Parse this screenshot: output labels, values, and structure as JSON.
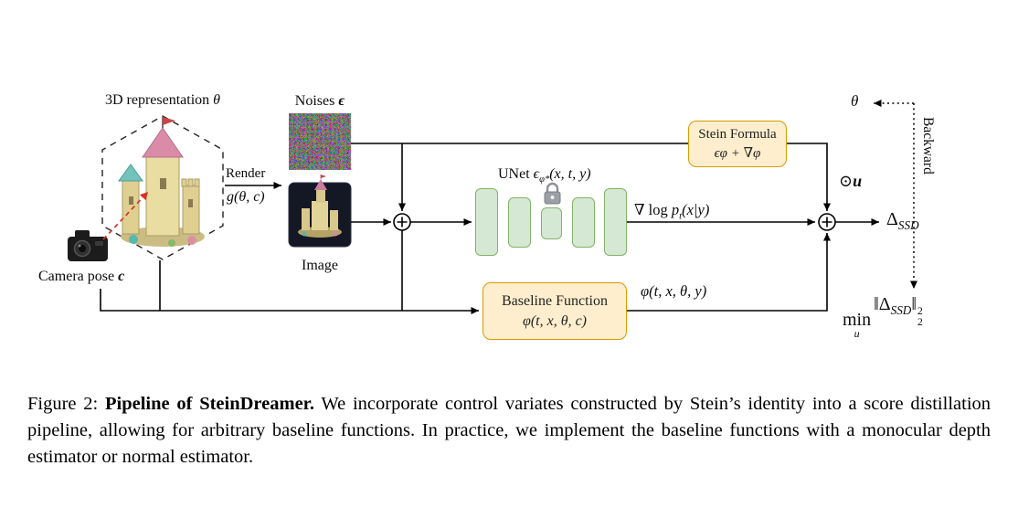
{
  "diagram": {
    "rep3d": {
      "text": "3D representation",
      "symbol": "θ"
    },
    "noises": {
      "text": "Noises",
      "symbol": "ϵ"
    },
    "render": {
      "text": "Render",
      "formula": "g(θ, c)"
    },
    "camera": {
      "text": "Camera pose",
      "symbol": "c"
    },
    "image_label": "Image",
    "unet": {
      "prefix": "UNet",
      "symbol": "ϵ",
      "sub": "φ*",
      "args": "(x, t, y)"
    },
    "score": {
      "prefix": "∇ log",
      "base": "p",
      "sub": "t",
      "args": "(x|y)"
    },
    "stein_box": {
      "title": "Stein Formula",
      "formula": "ϵφ + ∇φ"
    },
    "baseline_box": {
      "title": "Baseline Function",
      "formula": "φ(t, x, θ, c)"
    },
    "baseline_out": "φ(t, x, θ, y)",
    "odot": {
      "symbol": "⊙",
      "var": "u"
    },
    "theta_back": "θ",
    "backward": "Backward",
    "delta": {
      "base": "Δ",
      "sub": "SSD"
    },
    "objective": {
      "min": "min",
      "min_sub": "u",
      "open": "‖Δ",
      "sub": "SSD",
      "close": "‖",
      "sup": "2",
      "subsc": "2"
    }
  },
  "caption": {
    "figure_label": "Figure 2:",
    "title": "Pipeline of SteinDreamer.",
    "body": "We incorporate control variates constructed by Stein’s identity into a score distillation pipeline, allowing for arbitrary baseline functions. In practice, we implement the baseline functions with a monocular depth estimator or normal estimator."
  },
  "colors": {
    "box_fill": "#ffeecd",
    "box_border": "#d79b00",
    "unet_fill": "#d5e8d4",
    "unet_border": "#82b366",
    "red_arrow": "#d93025"
  }
}
